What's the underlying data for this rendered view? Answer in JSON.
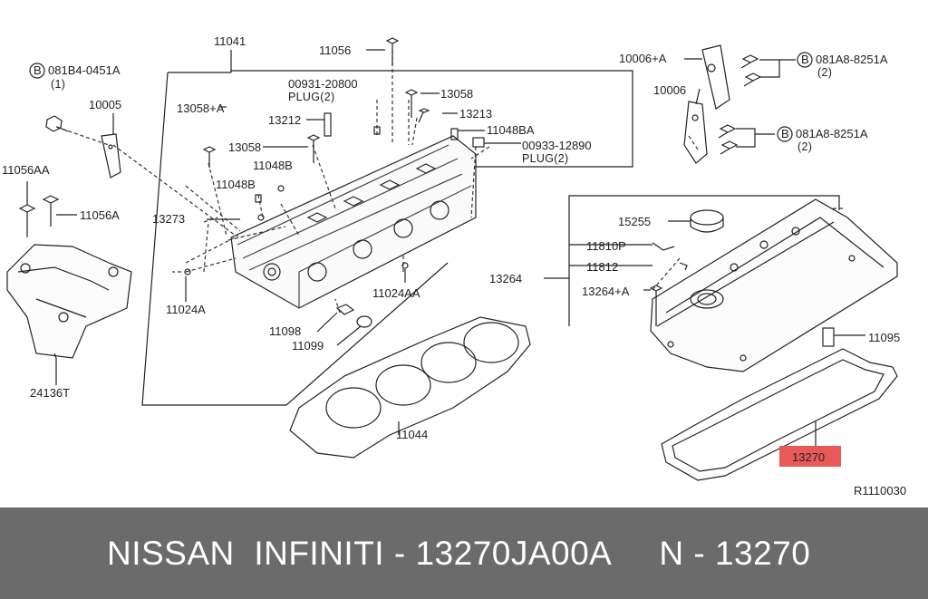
{
  "labels": {
    "l11041": "11041",
    "l11056": "11056",
    "l10006a": "10006+A",
    "l081b4": "081B4-0451A",
    "l081b4_qty": "(1)",
    "l10005": "10005",
    "l00931": "00931-20800",
    "l00931_plug": "PLUG(2)",
    "l13058a": "13058+A",
    "l13058_top": "13058",
    "l13212": "13212",
    "l13213": "13213",
    "l13058": "13058",
    "l11048ba": "11048BA",
    "l00933": "00933-12890",
    "l00933_plug": "PLUG(2)",
    "l10006": "10006",
    "l081a8_1": "081A8-8251A",
    "l081a8_1_qty": "(2)",
    "l081a8_2": "081A8-8251A",
    "l081a8_2_qty": "(2)",
    "l11056aa": "11056AA",
    "l11048b": "11048B",
    "l11048b_2": "11048B",
    "l11056a": "11056A",
    "l13273": "13273",
    "l15255": "15255",
    "l11810p": "11810P",
    "l11812": "11812",
    "l13264": "13264",
    "l13264a": "13264+A",
    "l11024a": "11024A",
    "l11024aa": "11024AA",
    "l11098": "11098",
    "l11099": "11099",
    "l11095": "11095",
    "l24136t": "24136T",
    "l11044": "11044",
    "l13270": "13270",
    "ref_code": "R1110030",
    "bolt_marker": "B"
  },
  "highlight_color": "#e85a5a",
  "footer": {
    "brands_part": "NISSAN  INFINITI - 13270JA00A",
    "short_code": "N - 13270"
  }
}
